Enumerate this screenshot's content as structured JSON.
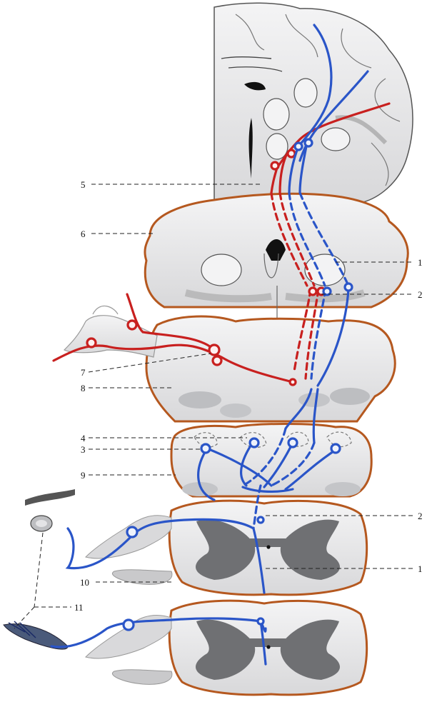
{
  "labels": {
    "l1a": "1",
    "l1b": "1",
    "l2a": "2",
    "l2b": "2",
    "l3": "3",
    "l4": "4",
    "l5": "5",
    "l6": "6",
    "l7": "7",
    "l8": "8",
    "l9": "9",
    "l10": "10",
    "l11": "11"
  },
  "colors": {
    "tissue_fill": "#e9e9ea",
    "grey_matter": "#6f7073",
    "outline_orange": "#b5581f",
    "pathway_red": "#c8201f",
    "pathway_blue": "#2a55c8"
  }
}
